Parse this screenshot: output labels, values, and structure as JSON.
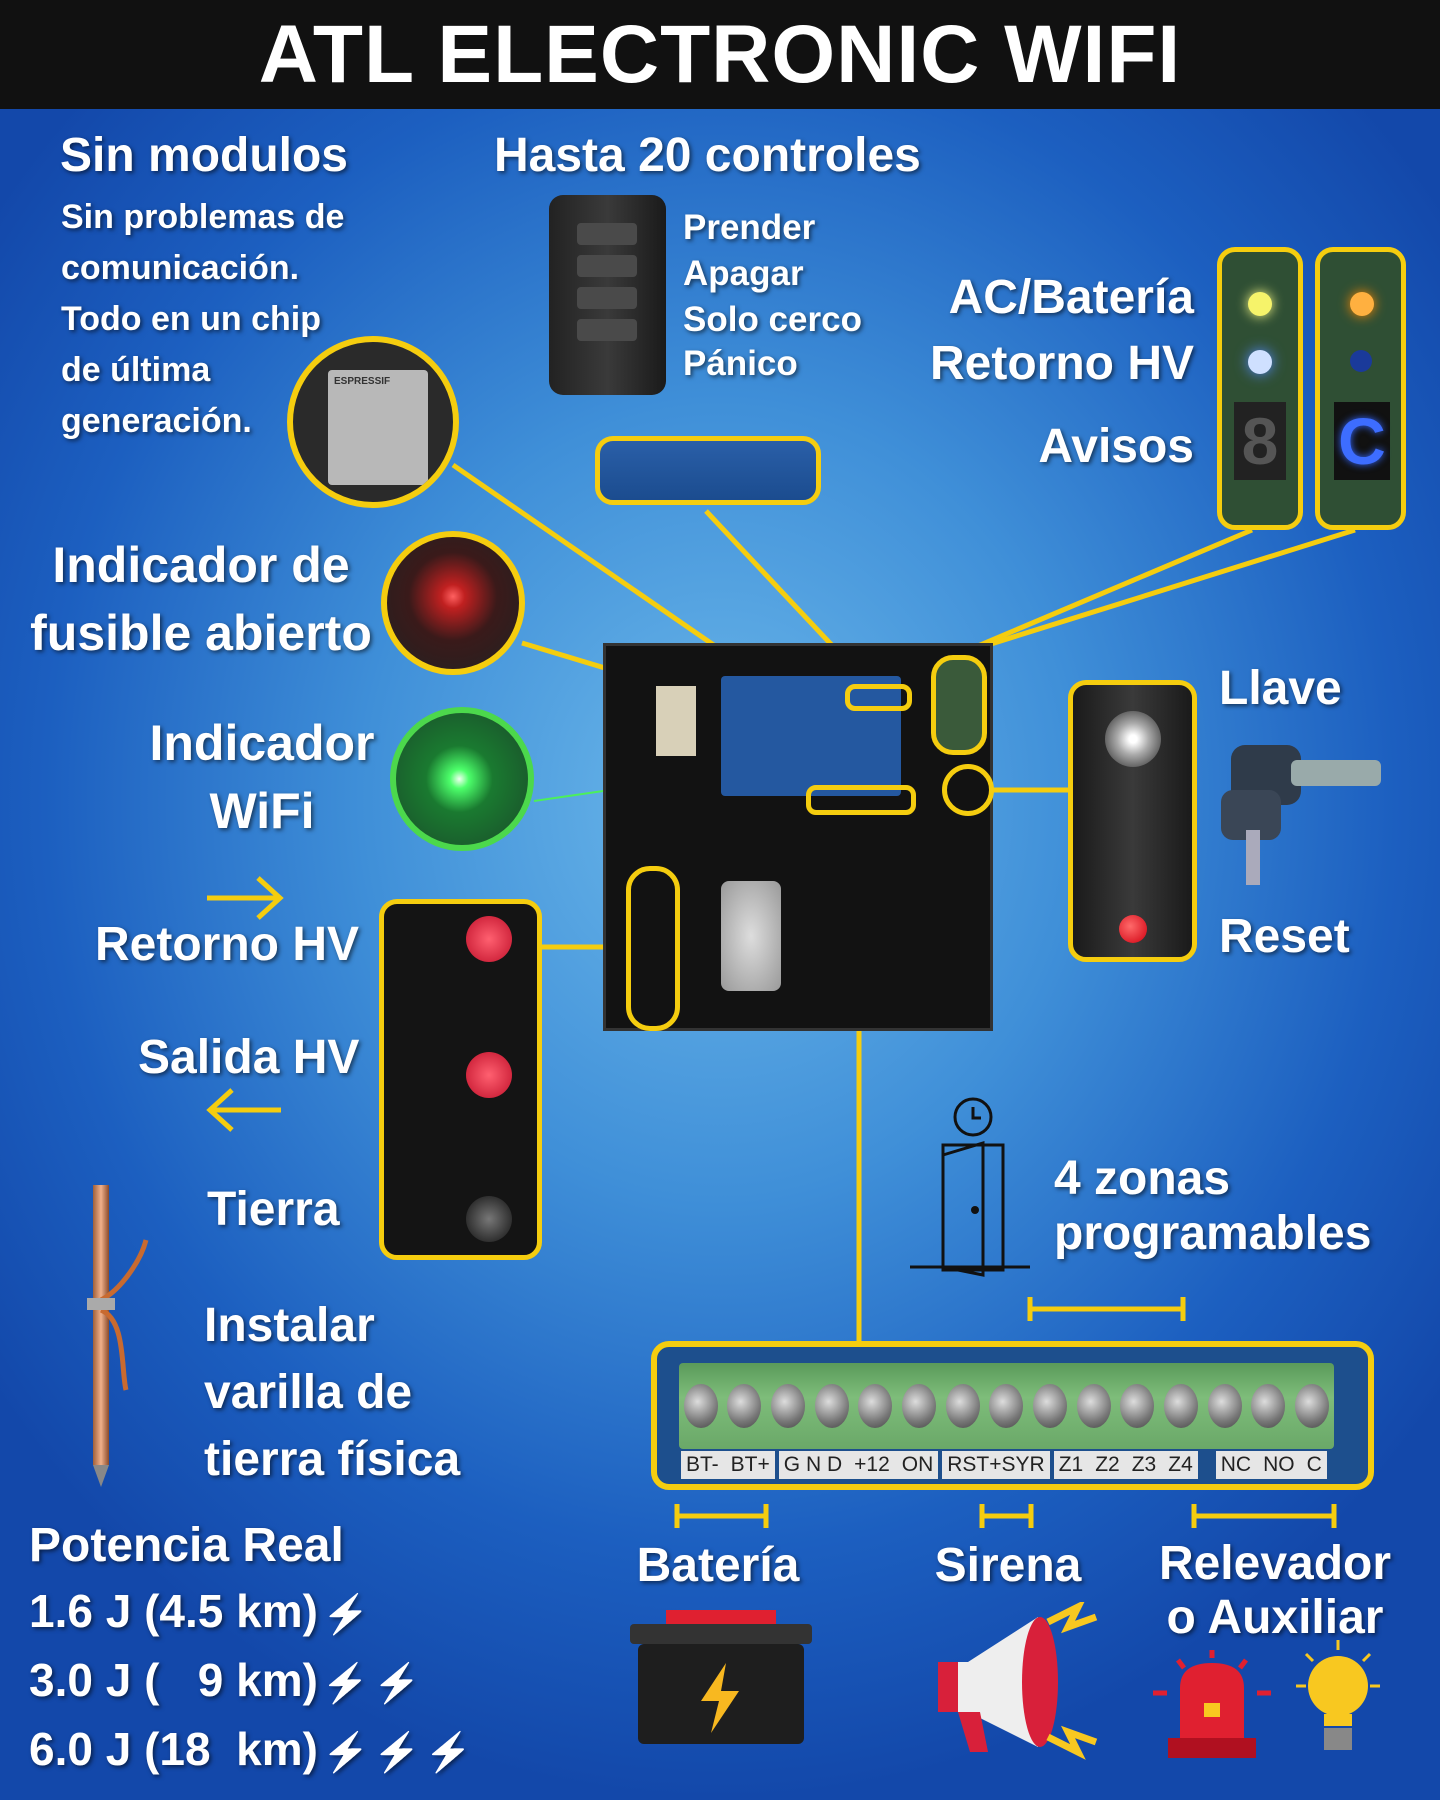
{
  "title": "ATL ELECTRONIC WIFI",
  "modules": {
    "heading": "Sin modulos",
    "lines": [
      "Sin problemas de",
      "comunicación.",
      "Todo en un chip",
      "de última",
      "generación."
    ]
  },
  "controls": {
    "heading": "Hasta 20 controles",
    "buttons": [
      "Prender",
      "Apagar",
      "Solo cerco",
      "Pánico"
    ]
  },
  "status": {
    "labels": [
      "AC/Batería",
      "Retorno HV",
      "Avisos"
    ],
    "display_left": "8",
    "display_right": "C"
  },
  "fuse": {
    "lines": [
      "Indicador de",
      "fusible abierto"
    ]
  },
  "wifi": {
    "lines": [
      "Indicador",
      "WiFi"
    ]
  },
  "esp_chip": {
    "label": "ESPRESSIF"
  },
  "key": {
    "llave": "Llave",
    "reset": "Reset"
  },
  "hv": {
    "retorno": "Retorno HV",
    "salida": "Salida HV",
    "tierra": "Tierra"
  },
  "ground": {
    "lines": [
      "Instalar",
      "varilla de",
      "tierra física"
    ]
  },
  "zones": {
    "lines": [
      "4 zonas",
      "programables"
    ]
  },
  "terminals": {
    "groups": [
      [
        "BT-",
        "BT+"
      ],
      [
        "G N D",
        "+12",
        "ON"
      ],
      [
        "RST+SYR"
      ],
      [
        "Z1",
        "Z2",
        "Z3",
        "Z4"
      ],
      [
        "NC",
        "NO",
        "C"
      ]
    ]
  },
  "outputs": {
    "bateria": "Batería",
    "sirena": "Sirena",
    "relevador": [
      "Relevador",
      "o Auxiliar"
    ]
  },
  "power": {
    "heading": "Potencia Real",
    "rows": [
      {
        "text": "1.6 J (4.5 km)",
        "bolts": 1
      },
      {
        "text": "3.0 J (   9 km)",
        "bolts": 2
      },
      {
        "text": "6.0 J (18  km)",
        "bolts": 3
      }
    ]
  },
  "colors": {
    "accent": "#f5cd0f",
    "background": "#2f7fd0",
    "header": "#111111"
  }
}
